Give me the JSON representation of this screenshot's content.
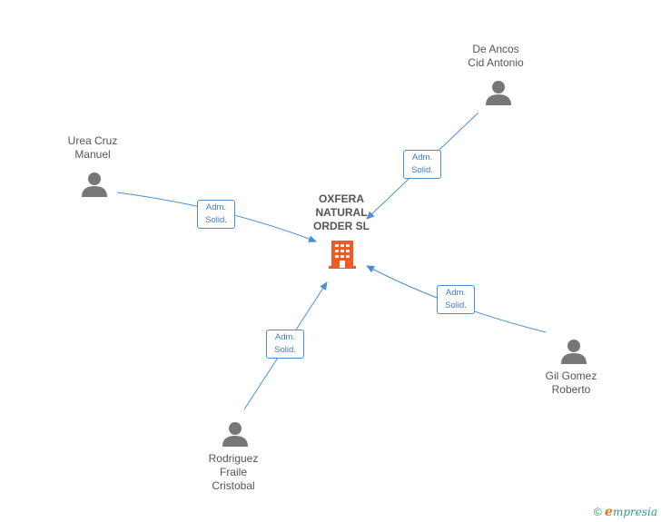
{
  "company": {
    "name": "OXFERA NATURAL ORDER SL",
    "name_lines": [
      "OXFERA",
      "NATURAL",
      "ORDER SL"
    ],
    "icon": "building-icon",
    "color": "#f05a28"
  },
  "persons": [
    {
      "id": "de-ancos",
      "name_lines": [
        "De Ancos",
        "Cid Antonio"
      ],
      "icon": "person-icon"
    },
    {
      "id": "urea-cruz",
      "name_lines": [
        "Urea Cruz",
        "Manuel"
      ],
      "icon": "person-icon"
    },
    {
      "id": "gil-gomez",
      "name_lines": [
        "Gil Gomez",
        "Roberto"
      ],
      "icon": "person-icon"
    },
    {
      "id": "rodriguez",
      "name_lines": [
        "Rodriguez",
        "Fraile",
        "Cristobal"
      ],
      "icon": "person-icon"
    }
  ],
  "edges": [
    {
      "from": "de-ancos",
      "label_lines": [
        "Adm.",
        "Solid."
      ]
    },
    {
      "from": "urea-cruz",
      "label_lines": [
        "Adm.",
        "Solid."
      ]
    },
    {
      "from": "gil-gomez",
      "label_lines": [
        "Adm.",
        "Solid."
      ]
    },
    {
      "from": "rodriguez",
      "label_lines": [
        "Adm.",
        "Solid."
      ]
    }
  ],
  "footer": {
    "copyright": "©",
    "brand_initial": "e",
    "brand_rest": "mpresia"
  },
  "colors": {
    "edge": "#4a8ed9",
    "icon": "#777777",
    "text": "#555555"
  }
}
